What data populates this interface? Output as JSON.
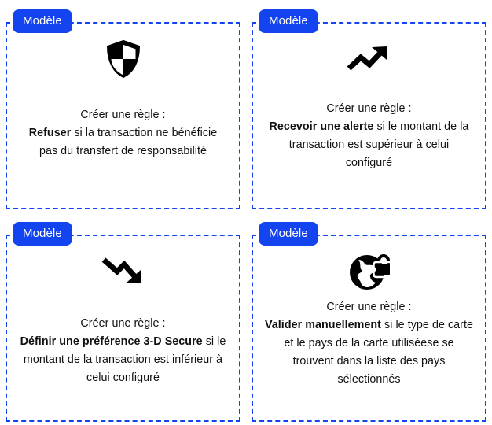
{
  "theme": {
    "accent_blue": "#1344f0",
    "badge_text_color": "#ffffff",
    "body_text_color": "#111111",
    "icon_color": "#000000",
    "background": "#ffffff"
  },
  "cards": [
    {
      "badge": "Modèle",
      "icon": "shield-checkered-icon",
      "line1": "Créer une règle :",
      "bold": "Refuser",
      "rest": " si la transaction ne bénéficie pas du transfert de responsabilité"
    },
    {
      "badge": "Modèle",
      "icon": "trend-up-arrow-icon",
      "line1": "Créer une règle :",
      "bold": "Recevoir une alerte",
      "rest": " si le montant de la transaction est supérieur à celui configuré"
    },
    {
      "badge": "Modèle",
      "icon": "trend-down-arrow-icon",
      "line1": "Créer une règle :",
      "bold": "Définir une préférence 3-D Secure",
      "rest": " si le montant de la transaction est inférieur à celui configuré"
    },
    {
      "badge": "Modèle",
      "icon": "globe-lock-icon",
      "line1": "Créer une règle :",
      "bold": "Valider manuellement",
      "rest": " si le type de carte et le pays de la carte utiliséese se trouvent dans la liste des pays sélectionnés"
    }
  ]
}
